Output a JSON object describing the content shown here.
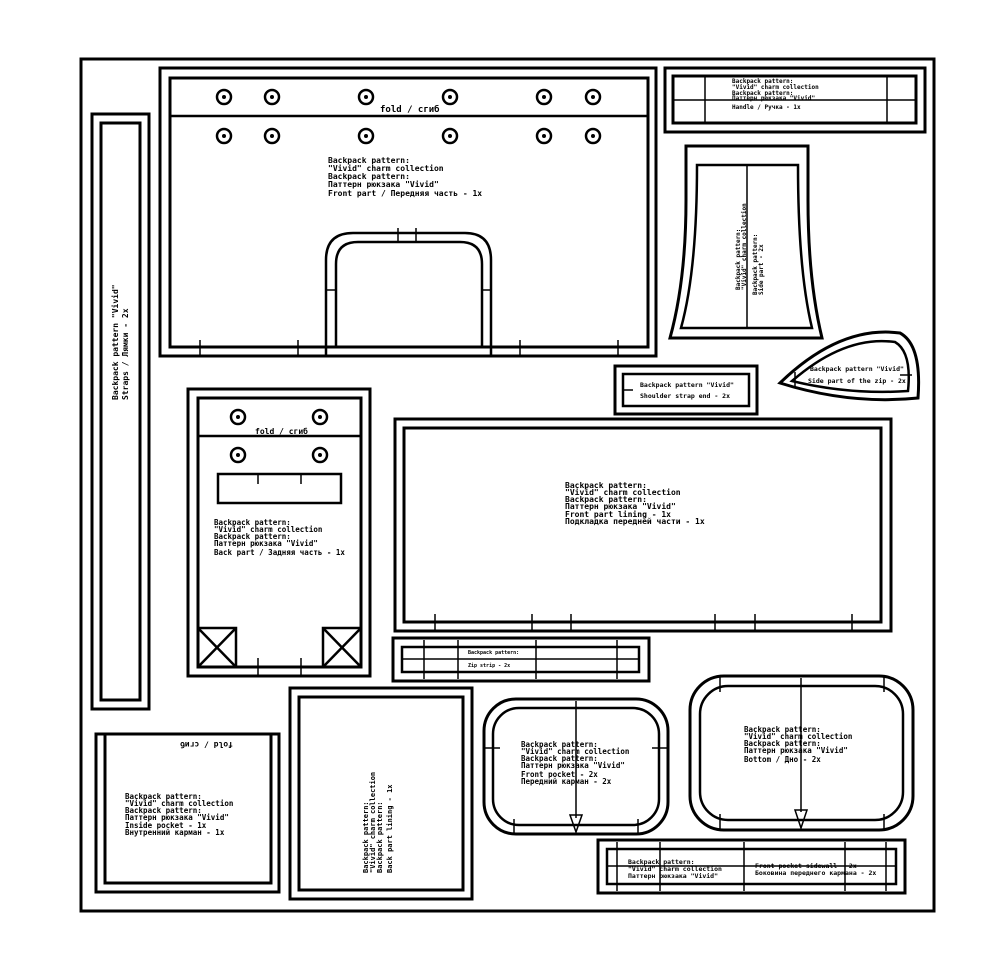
{
  "colors": {
    "line": "#000000",
    "background": "#ffffff"
  },
  "labels": {
    "fold": "fold / сгиб",
    "fold_mirror": "fold / сгиб",
    "front_part": {
      "l1": "Backpack pattern:",
      "l2": "\"Vivid\" charm collection",
      "l3": "Backpack pattern:",
      "l4": "Паттерн рюкзака \"Vivid\"",
      "l5": "Front part / Передняя часть - 1x"
    },
    "back_part": {
      "l1": "Backpack pattern:",
      "l2": "\"Vivid\" charm collection",
      "l3": "Backpack pattern:",
      "l4": "Паттерн рюкзака \"Vivid\"",
      "l5": "Back part / Задняя часть - 1x"
    },
    "front_lining": {
      "l1": "Backpack pattern:",
      "l2": "\"Vivid\" charm collection",
      "l3": "Backpack pattern:",
      "l4": "Паттерн рюкзака \"Vivid\"",
      "l5": "Front part lining - 1x",
      "l6": "Подкладка передней части - 1x"
    },
    "inside_pocket": {
      "l1": "Backpack pattern:",
      "l2": "\"Vivid\" charm collection",
      "l3": "Backpack pattern:",
      "l4": "Паттерн рюкзака \"Vivid\"",
      "l5": "Inside pocket - 1x",
      "l6": "Внутренний карман - 1x"
    },
    "back_lining": {
      "l1": "Backpack pattern:",
      "l2": "\"Vivid\" charm collection",
      "l3": "Backpack pattern:",
      "l4": "Back part lining - 1x"
    },
    "front_pocket": {
      "l1": "Backpack pattern:",
      "l2": "\"Vivid\" charm collection",
      "l3": "Backpack pattern:",
      "l4": "Паттерн рюкзака \"Vivid\"",
      "l5": "Front pocket - 2x",
      "l6": "Передний карман - 2x"
    },
    "bottom": {
      "l1": "Backpack pattern:",
      "l2": "\"Vivid\" charm collection",
      "l3": "Backpack pattern:",
      "l4": "Паттерн рюкзака \"Vivid\"",
      "l5": "Bottom / Дно - 2x"
    },
    "handle": {
      "l1": "Backpack pattern:",
      "l2": "\"Vivid\" charm collection",
      "l3": "Backpack pattern:",
      "l4": "Паттерн рюкзака \"Vivid\"",
      "l5": "Handle / Ручка - 1x"
    },
    "strap": {
      "l1": "Backpack pattern \"Vivid\"",
      "l2": "Straps / Лямки - 2x"
    },
    "small_piece": {
      "l1": "Backpack pattern \"Vivid\"",
      "l2": "Shoulder strap end - 2x"
    },
    "flap": {
      "l1": "Backpack pattern \"Vivid\"",
      "l2": "Side part of the zip - 2x"
    },
    "tapered": {
      "l1": "Backpack pattern:",
      "l2": "\"Vivid\" charm collection",
      "l3": "Backpack pattern:",
      "l4": "Side part - 2x"
    },
    "zip_strip": {
      "l1": "Backpack pattern:",
      "l2": "Zip strip - 2x"
    },
    "pocket_sidewall": {
      "l1": "Backpack pattern:",
      "l2": "\"Vivid\" charm collection",
      "l3": "Паттерн рюкзака \"Vivid\"",
      "l4": "Front pocket sidewall - 2x",
      "l5": "Боковина переднего кармана - 2x"
    }
  }
}
